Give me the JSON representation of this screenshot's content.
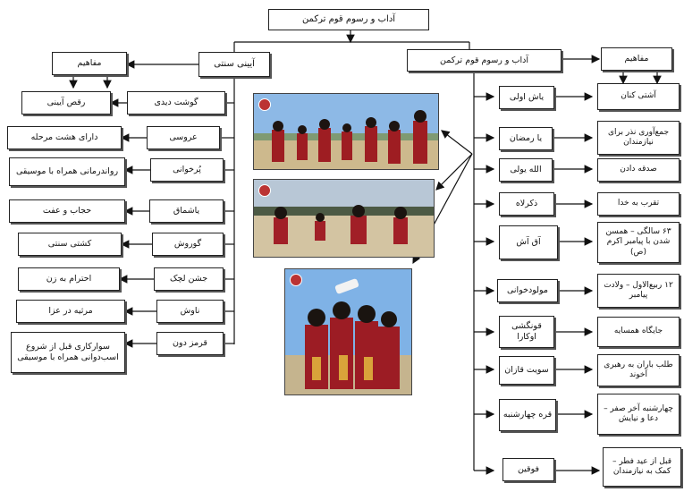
{
  "top_title": "آداب و رسوم قوم ترکمن",
  "left_branch": {
    "title": "آیینی سنتی",
    "concepts_label": "مفاهیم",
    "items": [
      {
        "name": "گوشت دیدی",
        "meaning": "رقص آیینی"
      },
      {
        "name": "عروسی",
        "meaning": "دارای هشت مرحله"
      },
      {
        "name": "پُرخوانی",
        "meaning": "رواندرمانی همراه با موسیقی"
      },
      {
        "name": "یاشماق",
        "meaning": "حجاب و عفت"
      },
      {
        "name": "گوروش",
        "meaning": "کشتی سنتی"
      },
      {
        "name": "جشن لچک",
        "meaning": "احترام به زن"
      },
      {
        "name": "ناوش",
        "meaning": "مرثیه در عزا"
      },
      {
        "name": "قرمز دون",
        "meaning": "سوارکاری قبل از شروع اسب‌دوانی همراه با موسیقی"
      }
    ]
  },
  "right_branch": {
    "title": "آداب و رسوم قوم ترکمن",
    "concepts_label": "مفاهیم",
    "items": [
      {
        "name": "یاش اولی",
        "meaning": "آشتی کنان"
      },
      {
        "name": "یا رمضان",
        "meaning": "جمع‌آوری نذر برای نیازمندان"
      },
      {
        "name": "الله یولی",
        "meaning": "صدقه دادن"
      },
      {
        "name": "ذکرلاه",
        "meaning": "تقرب به خدا"
      },
      {
        "name": "آق آش",
        "meaning": "۶۳ سالگی – همسن شدن با پیامبر اکرم (ص)"
      },
      {
        "name": "مولودخوانی",
        "meaning": "۱۲ ربیع‌الاول – ولادت پیامبر"
      },
      {
        "name": "قونگشی اوکارا",
        "meaning": "جایگاه همسایه"
      },
      {
        "name": "سویت قازان",
        "meaning": "طلب باران به رهبری آخوند"
      },
      {
        "name": "قره چهارشنبه",
        "meaning": "چهارشنبه آخر صفر – دعا و نیایش"
      },
      {
        "name": "فوقین",
        "meaning": "قبل از عید فطر – کمک به نیازمندان"
      }
    ]
  },
  "photos": [
    {
      "alt": "dancers-group-photo"
    },
    {
      "alt": "dancers-field-photo"
    },
    {
      "alt": "dancers-raised-photo"
    }
  ]
}
